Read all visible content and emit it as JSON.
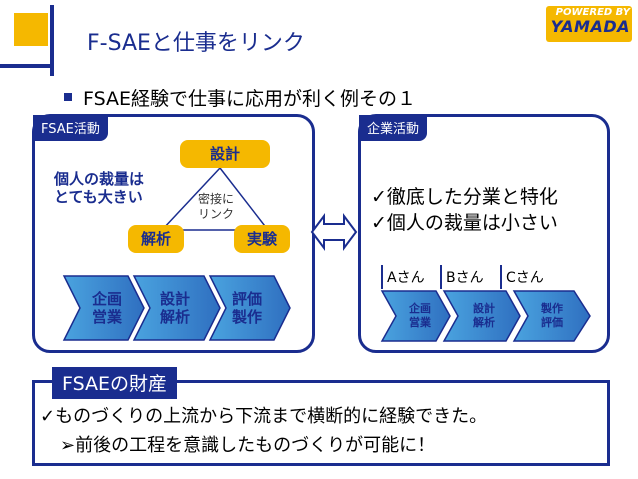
{
  "logo": {
    "tagline": "POWERED BY",
    "name": "YAMADA"
  },
  "slide": {
    "title": "F-SAEと仕事をリンク",
    "bullet": "FSAE経験で仕事に応用が利く例その１"
  },
  "fsae_panel": {
    "tag": "FSAE活動",
    "note": "個人の裁量は\nとても大きい",
    "design": "設計",
    "analysis": "解析",
    "experiment": "実験",
    "link": "密接に\nリンク",
    "flow": [
      "企画\n営業",
      "設計\n解析",
      "評価\n製作"
    ]
  },
  "corp_panel": {
    "tag": "企業活動",
    "points": [
      "徹底した分業と特化",
      "個人の裁量は小さい"
    ],
    "people": [
      "Aさん",
      "Bさん",
      "Cさん"
    ],
    "flow": [
      "企画\n営業",
      "設計\n解析",
      "製作\n評価"
    ]
  },
  "assets": {
    "tag": "FSAEの財産",
    "line1": "ものづくりの上流から下流まで横断的に経験できた。",
    "line2": "前後の工程を意識したものづくりが可能に！"
  },
  "colors": {
    "navy": "#1a2d8f",
    "yellow": "#f5b800",
    "flow_light": "#4aa3df"
  }
}
